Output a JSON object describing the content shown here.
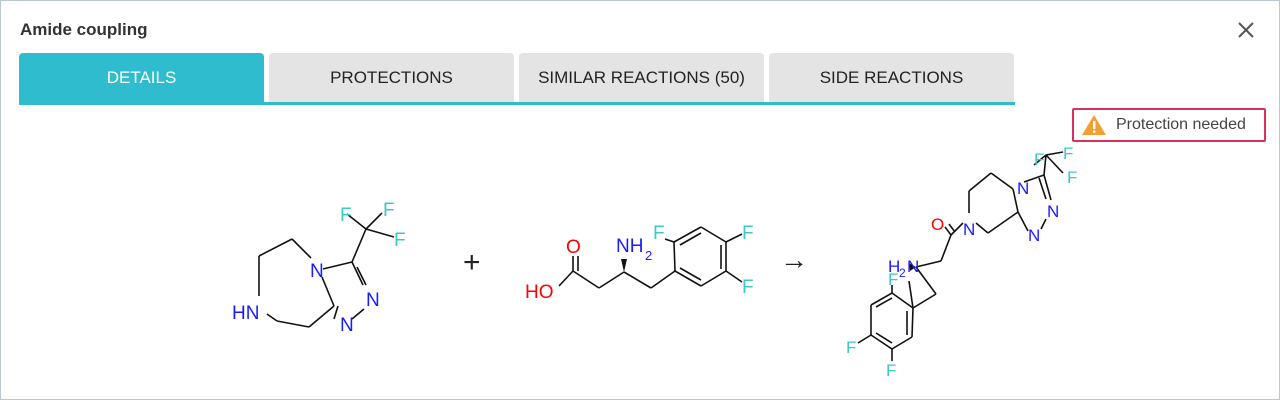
{
  "dialog": {
    "title": "Amide coupling"
  },
  "tabs": [
    {
      "label": "DETAILS",
      "active": true
    },
    {
      "label": "PROTECTIONS",
      "active": false
    },
    {
      "label": "SIMILAR REACTIONS (50)",
      "active": false
    },
    {
      "label": "SIDE REACTIONS",
      "active": false
    }
  ],
  "warning": {
    "label": "Protection needed",
    "icon": "warning-triangle-icon",
    "border_color": "#d6335a",
    "icon_color": "#f0a030"
  },
  "colors": {
    "accent": "#2fbcce",
    "fluorine": "#3cc8c8",
    "nitrogen": "#1a1aff",
    "oxygen": "#ff0000",
    "bond": "#111111"
  },
  "reaction": {
    "operator_plus": "+",
    "operator_arrow": "→",
    "reactant1": {
      "atoms": {
        "F1": "F",
        "F2": "F",
        "F3": "F",
        "N1": "N",
        "N2": "N",
        "N3": "N",
        "NH": "HN"
      }
    },
    "reactant2": {
      "atoms": {
        "O1": "O",
        "HO": "HO",
        "NH2": "NH",
        "sub2": "2",
        "F1": "F",
        "F2": "F",
        "F3": "F"
      }
    },
    "product": {
      "atoms": {
        "F1": "F",
        "F2": "F",
        "F3": "F",
        "O1": "O",
        "N1": "N",
        "N2": "N",
        "N3": "N",
        "H2N": "H",
        "sub2": "2",
        "N4": "N",
        "F4": "F",
        "F5": "F",
        "F6": "F"
      }
    }
  }
}
